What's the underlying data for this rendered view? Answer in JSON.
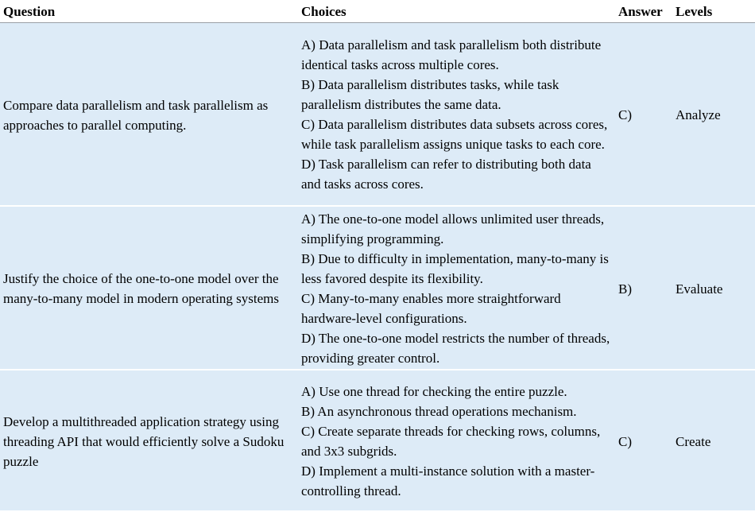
{
  "headers": {
    "question": "Question",
    "choices": "Choices",
    "answer": "Answer",
    "levels": "Levels"
  },
  "rows": [
    {
      "question": "Compare data parallelism and task parallelism as approaches to parallel computing.",
      "choices": [
        "A) Data parallelism and task parallelism both distribute identical tasks across multiple cores.",
        "B) Data parallelism distributes tasks, while task parallelism distributes the same data.",
        "C) Data parallelism distributes data subsets across cores, while task parallelism assigns unique tasks to each core.",
        "D) Task parallelism can refer to distributing both data and tasks across cores."
      ],
      "answer": "C)",
      "level": "Analyze"
    },
    {
      "question": "Justify the choice of the one-to-one model over the many-to-many model in modern operating systems",
      "choices": [
        "A) The one-to-one model allows unlimited user threads, simplifying programming.",
        "B) Due to difficulty in implementation, many-to-many is less favored despite its flexibility.",
        "C) Many-to-many enables more straightforward hardware-level configurations.",
        "D) The one-to-one model restricts the number of threads, providing greater control."
      ],
      "answer": "B)",
      "level": "Evaluate"
    },
    {
      "question": "Develop a multithreaded application strategy using threading API that would efficiently solve a Sudoku puzzle",
      "choices": [
        "A) Use one thread for checking the entire puzzle.",
        "B) An asynchronous thread operations mechanism.",
        "C) Create separate threads for checking rows, columns, and 3x3 subgrids.",
        "D) Implement a multi-instance solution with a master-controlling thread."
      ],
      "answer": "C)",
      "level": "Create"
    }
  ]
}
